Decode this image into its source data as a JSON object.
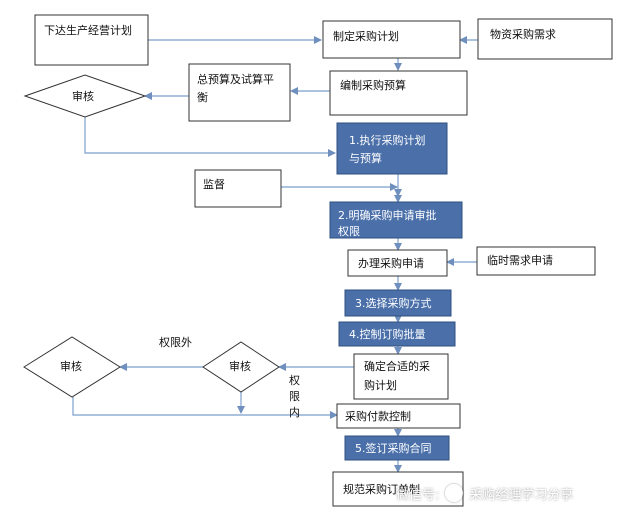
{
  "colors": {
    "accent_box": "#4a6fa9",
    "line": "#7b9fce",
    "arrow": "#6f8fbe",
    "box_border": "#333333"
  },
  "nodes": {
    "plan_production": "下达生产经营计划",
    "make_purchase_plan": "制定采购计划",
    "material_demand": "物资采购需求",
    "total_budget_line1": "总预算及试算平",
    "total_budget_line2": "衡",
    "review_top": "审核",
    "compile_budget": "编制采购预算",
    "step1_line1": "1.执行采购计划",
    "step1_line2": "与预算",
    "supervise": "监督",
    "step2_line1": "2.明确采购申请审批",
    "step2_line2": "权限",
    "handle_application": "办理采购申请",
    "temp_demand": "临时需求申请",
    "step3": "3.选择采购方式",
    "step4": "4.控制订购批量",
    "confirm_line1": "确定合适的采",
    "confirm_line2": "购计划",
    "review_left": "审核",
    "review_mid": "审核",
    "payment_control": "采购付款控制",
    "step5": "5.签订采购合同",
    "regulate": "规范采购订单制",
    "out_of_limit": "权限外",
    "in_limit_1": "权",
    "in_limit_2": "限",
    "in_limit_3": "内"
  },
  "watermark": {
    "prefix": "微信号:",
    "name": "采购经理学习分享",
    "icon": "wechat-icon"
  }
}
